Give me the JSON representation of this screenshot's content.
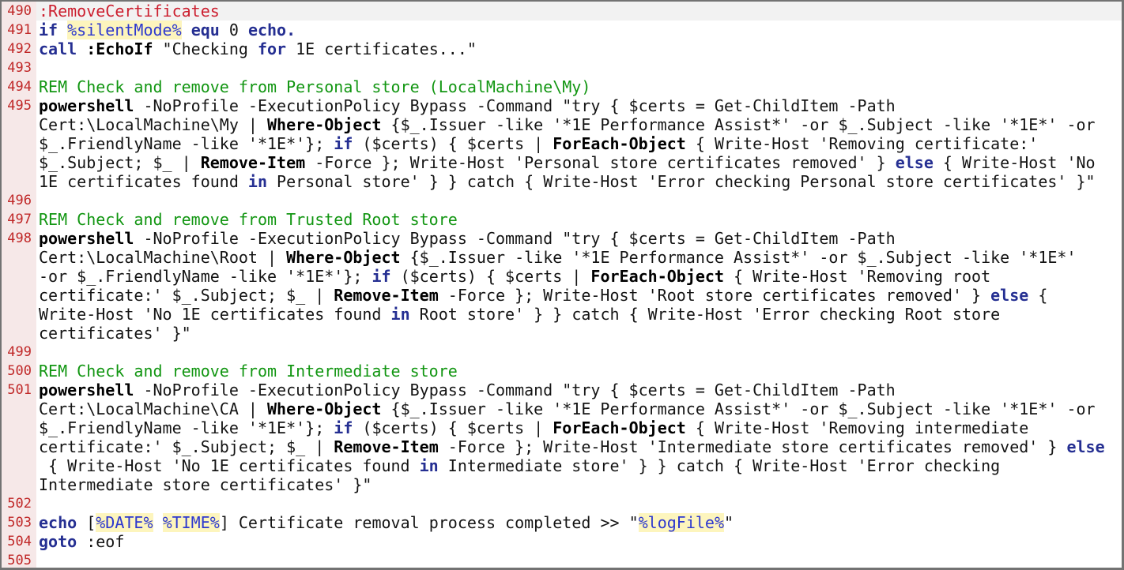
{
  "code_viewer": {
    "language": "batch-script",
    "first_line_number": 490,
    "last_line_number": 505,
    "colors": {
      "plain": "#141414",
      "keyword": "#252f92",
      "comment": "#129612",
      "label": "#cc1f2f",
      "variable_text": "#2d38cf",
      "variable_highlight": "#fdf5bd",
      "line_number": "#c02828",
      "gutter_background": "#f6e8e8",
      "code_background": "#ffffff",
      "active_row_background": "#f2f2f2",
      "border": "#737373"
    },
    "rows": [
      {
        "num": "490",
        "active": true,
        "segments": [
          {
            "style": "label",
            "text": ":RemoveCertificates"
          }
        ]
      },
      {
        "num": "491",
        "segments": [
          {
            "style": "keyword",
            "text": "if"
          },
          {
            "style": "plain",
            "text": " "
          },
          {
            "style": "variable",
            "text": "%silentMode%"
          },
          {
            "style": "plain",
            "text": " "
          },
          {
            "style": "keyword",
            "text": "equ"
          },
          {
            "style": "plain",
            "text": " 0 "
          },
          {
            "style": "keyword",
            "text": "echo."
          }
        ]
      },
      {
        "num": "492",
        "segments": [
          {
            "style": "keyword",
            "text": "call"
          },
          {
            "style": "plain",
            "text": " "
          },
          {
            "style": "bold",
            "text": ":EchoIf"
          },
          {
            "style": "plain",
            "text": " \"Checking "
          },
          {
            "style": "keyword",
            "text": "for"
          },
          {
            "style": "plain",
            "text": " 1E certificates...\""
          }
        ]
      },
      {
        "num": "493",
        "segments": []
      },
      {
        "num": "494",
        "segments": [
          {
            "style": "comment",
            "text": "REM Check and remove from Personal store (LocalMachine\\My)"
          }
        ]
      },
      {
        "num": "495",
        "segments": [
          {
            "style": "bold",
            "text": "powershell"
          },
          {
            "style": "plain",
            "text": " -NoProfile -ExecutionPolicy Bypass -Command \"try { $certs = Get-ChildItem -Path"
          }
        ]
      },
      {
        "num": "",
        "segments": [
          {
            "style": "plain",
            "text": "Cert:\\LocalMachine\\My | "
          },
          {
            "style": "bold",
            "text": "Where-Object"
          },
          {
            "style": "plain",
            "text": " {$_.Issuer -like '*1E Performance Assist*' -or $_.Subject -like '*1E*' -or"
          }
        ]
      },
      {
        "num": "",
        "segments": [
          {
            "style": "plain",
            "text": "$_.FriendlyName -like '*1E*'}; "
          },
          {
            "style": "keyword",
            "text": "if"
          },
          {
            "style": "plain",
            "text": " ($certs) { $certs | "
          },
          {
            "style": "bold",
            "text": "ForEach-Object"
          },
          {
            "style": "plain",
            "text": " { Write-Host 'Removing certificate:'"
          }
        ]
      },
      {
        "num": "",
        "segments": [
          {
            "style": "plain",
            "text": "$_.Subject; $_ | "
          },
          {
            "style": "bold",
            "text": "Remove-Item"
          },
          {
            "style": "plain",
            "text": " -Force }; Write-Host 'Personal store certificates removed' } "
          },
          {
            "style": "keyword",
            "text": "else"
          },
          {
            "style": "plain",
            "text": " { Write-Host 'No"
          }
        ]
      },
      {
        "num": "",
        "segments": [
          {
            "style": "plain",
            "text": "1E certificates found "
          },
          {
            "style": "keyword",
            "text": "in"
          },
          {
            "style": "plain",
            "text": " Personal store' } } catch { Write-Host 'Error checking Personal store certificates' }\""
          }
        ]
      },
      {
        "num": "496",
        "segments": []
      },
      {
        "num": "497",
        "segments": [
          {
            "style": "comment",
            "text": "REM Check and remove from Trusted Root store"
          }
        ]
      },
      {
        "num": "498",
        "segments": [
          {
            "style": "bold",
            "text": "powershell"
          },
          {
            "style": "plain",
            "text": " -NoProfile -ExecutionPolicy Bypass -Command \"try { $certs = Get-ChildItem -Path"
          }
        ]
      },
      {
        "num": "",
        "segments": [
          {
            "style": "plain",
            "text": "Cert:\\LocalMachine\\Root | "
          },
          {
            "style": "bold",
            "text": "Where-Object"
          },
          {
            "style": "plain",
            "text": " {$_.Issuer -like '*1E Performance Assist*' -or $_.Subject -like '*1E*'"
          }
        ]
      },
      {
        "num": "",
        "segments": [
          {
            "style": "plain",
            "text": "-or $_.FriendlyName -like '*1E*'}; "
          },
          {
            "style": "keyword",
            "text": "if"
          },
          {
            "style": "plain",
            "text": " ($certs) { $certs | "
          },
          {
            "style": "bold",
            "text": "ForEach-Object"
          },
          {
            "style": "plain",
            "text": " { Write-Host 'Removing root"
          }
        ]
      },
      {
        "num": "",
        "segments": [
          {
            "style": "plain",
            "text": "certificate:' $_.Subject; $_ | "
          },
          {
            "style": "bold",
            "text": "Remove-Item"
          },
          {
            "style": "plain",
            "text": " -Force }; Write-Host 'Root store certificates removed' } "
          },
          {
            "style": "keyword",
            "text": "else"
          },
          {
            "style": "plain",
            "text": " {"
          }
        ]
      },
      {
        "num": "",
        "segments": [
          {
            "style": "plain",
            "text": "Write-Host 'No 1E certificates found "
          },
          {
            "style": "keyword",
            "text": "in"
          },
          {
            "style": "plain",
            "text": " Root store' } } catch { Write-Host 'Error checking Root store"
          }
        ]
      },
      {
        "num": "",
        "segments": [
          {
            "style": "plain",
            "text": "certificates' }\""
          }
        ]
      },
      {
        "num": "499",
        "segments": []
      },
      {
        "num": "500",
        "segments": [
          {
            "style": "comment",
            "text": "REM Check and remove from Intermediate store"
          }
        ]
      },
      {
        "num": "501",
        "segments": [
          {
            "style": "bold",
            "text": "powershell"
          },
          {
            "style": "plain",
            "text": " -NoProfile -ExecutionPolicy Bypass -Command \"try { $certs = Get-ChildItem -Path"
          }
        ]
      },
      {
        "num": "",
        "segments": [
          {
            "style": "plain",
            "text": "Cert:\\LocalMachine\\CA | "
          },
          {
            "style": "bold",
            "text": "Where-Object"
          },
          {
            "style": "plain",
            "text": " {$_.Issuer -like '*1E Performance Assist*' -or $_.Subject -like '*1E*' -or"
          }
        ]
      },
      {
        "num": "",
        "segments": [
          {
            "style": "plain",
            "text": "$_.FriendlyName -like '*1E*'}; "
          },
          {
            "style": "keyword",
            "text": "if"
          },
          {
            "style": "plain",
            "text": " ($certs) { $certs | "
          },
          {
            "style": "bold",
            "text": "ForEach-Object"
          },
          {
            "style": "plain",
            "text": " { Write-Host 'Removing intermediate"
          }
        ]
      },
      {
        "num": "",
        "segments": [
          {
            "style": "plain",
            "text": "certificate:' $_.Subject; $_ | "
          },
          {
            "style": "bold",
            "text": "Remove-Item"
          },
          {
            "style": "plain",
            "text": " -Force }; Write-Host 'Intermediate store certificates removed' } "
          },
          {
            "style": "keyword",
            "text": "else"
          }
        ]
      },
      {
        "num": "",
        "segments": [
          {
            "style": "plain",
            "text": " { Write-Host 'No 1E certificates found "
          },
          {
            "style": "keyword",
            "text": "in"
          },
          {
            "style": "plain",
            "text": " Intermediate store' } } catch { Write-Host 'Error checking"
          }
        ]
      },
      {
        "num": "",
        "segments": [
          {
            "style": "plain",
            "text": "Intermediate store certificates' }\""
          }
        ]
      },
      {
        "num": "502",
        "segments": []
      },
      {
        "num": "503",
        "segments": [
          {
            "style": "keyword",
            "text": "echo"
          },
          {
            "style": "plain",
            "text": " ["
          },
          {
            "style": "variable",
            "text": "%DATE%"
          },
          {
            "style": "plain",
            "text": " "
          },
          {
            "style": "variable",
            "text": "%TIME%"
          },
          {
            "style": "plain",
            "text": "] Certificate removal process completed >> \""
          },
          {
            "style": "variable",
            "text": "%logFile%"
          },
          {
            "style": "plain",
            "text": "\""
          }
        ]
      },
      {
        "num": "504",
        "segments": [
          {
            "style": "keyword",
            "text": "goto"
          },
          {
            "style": "plain",
            "text": " :eof"
          }
        ]
      },
      {
        "num": "505",
        "segments": []
      }
    ]
  }
}
